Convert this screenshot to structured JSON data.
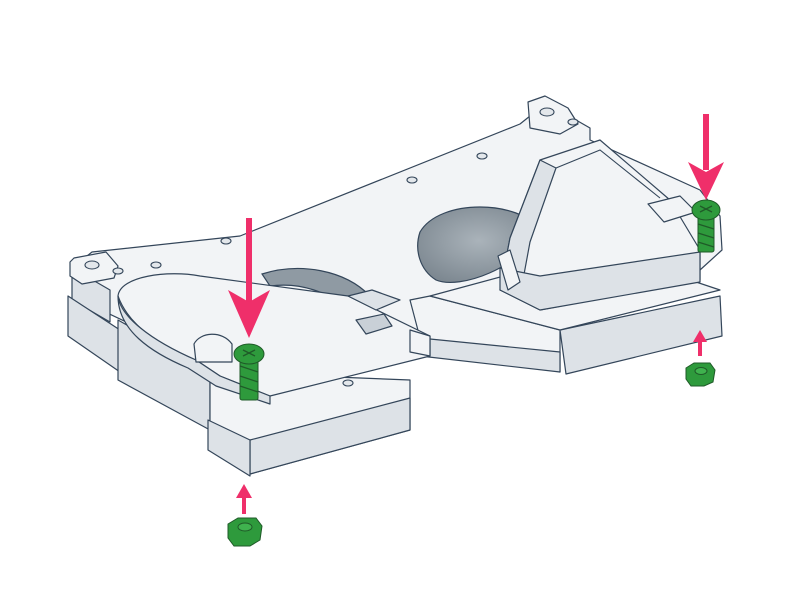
{
  "scene": {
    "background": "#ffffff",
    "model_fill": "#f2f4f6",
    "model_outline": "#34465a",
    "cavity_color": "#8f9aa3",
    "screw_color": "#2e9a3c",
    "nut_color": "#2e9a3c",
    "arrow_color": "#ef2f6a"
  },
  "fasteners": [
    {
      "screw": "screw-left",
      "nut": "nut-left",
      "direction_in": "down",
      "direction_nut": "up"
    },
    {
      "screw": "screw-right",
      "nut": "nut-right",
      "direction_in": "down",
      "direction_nut": "up"
    }
  ]
}
